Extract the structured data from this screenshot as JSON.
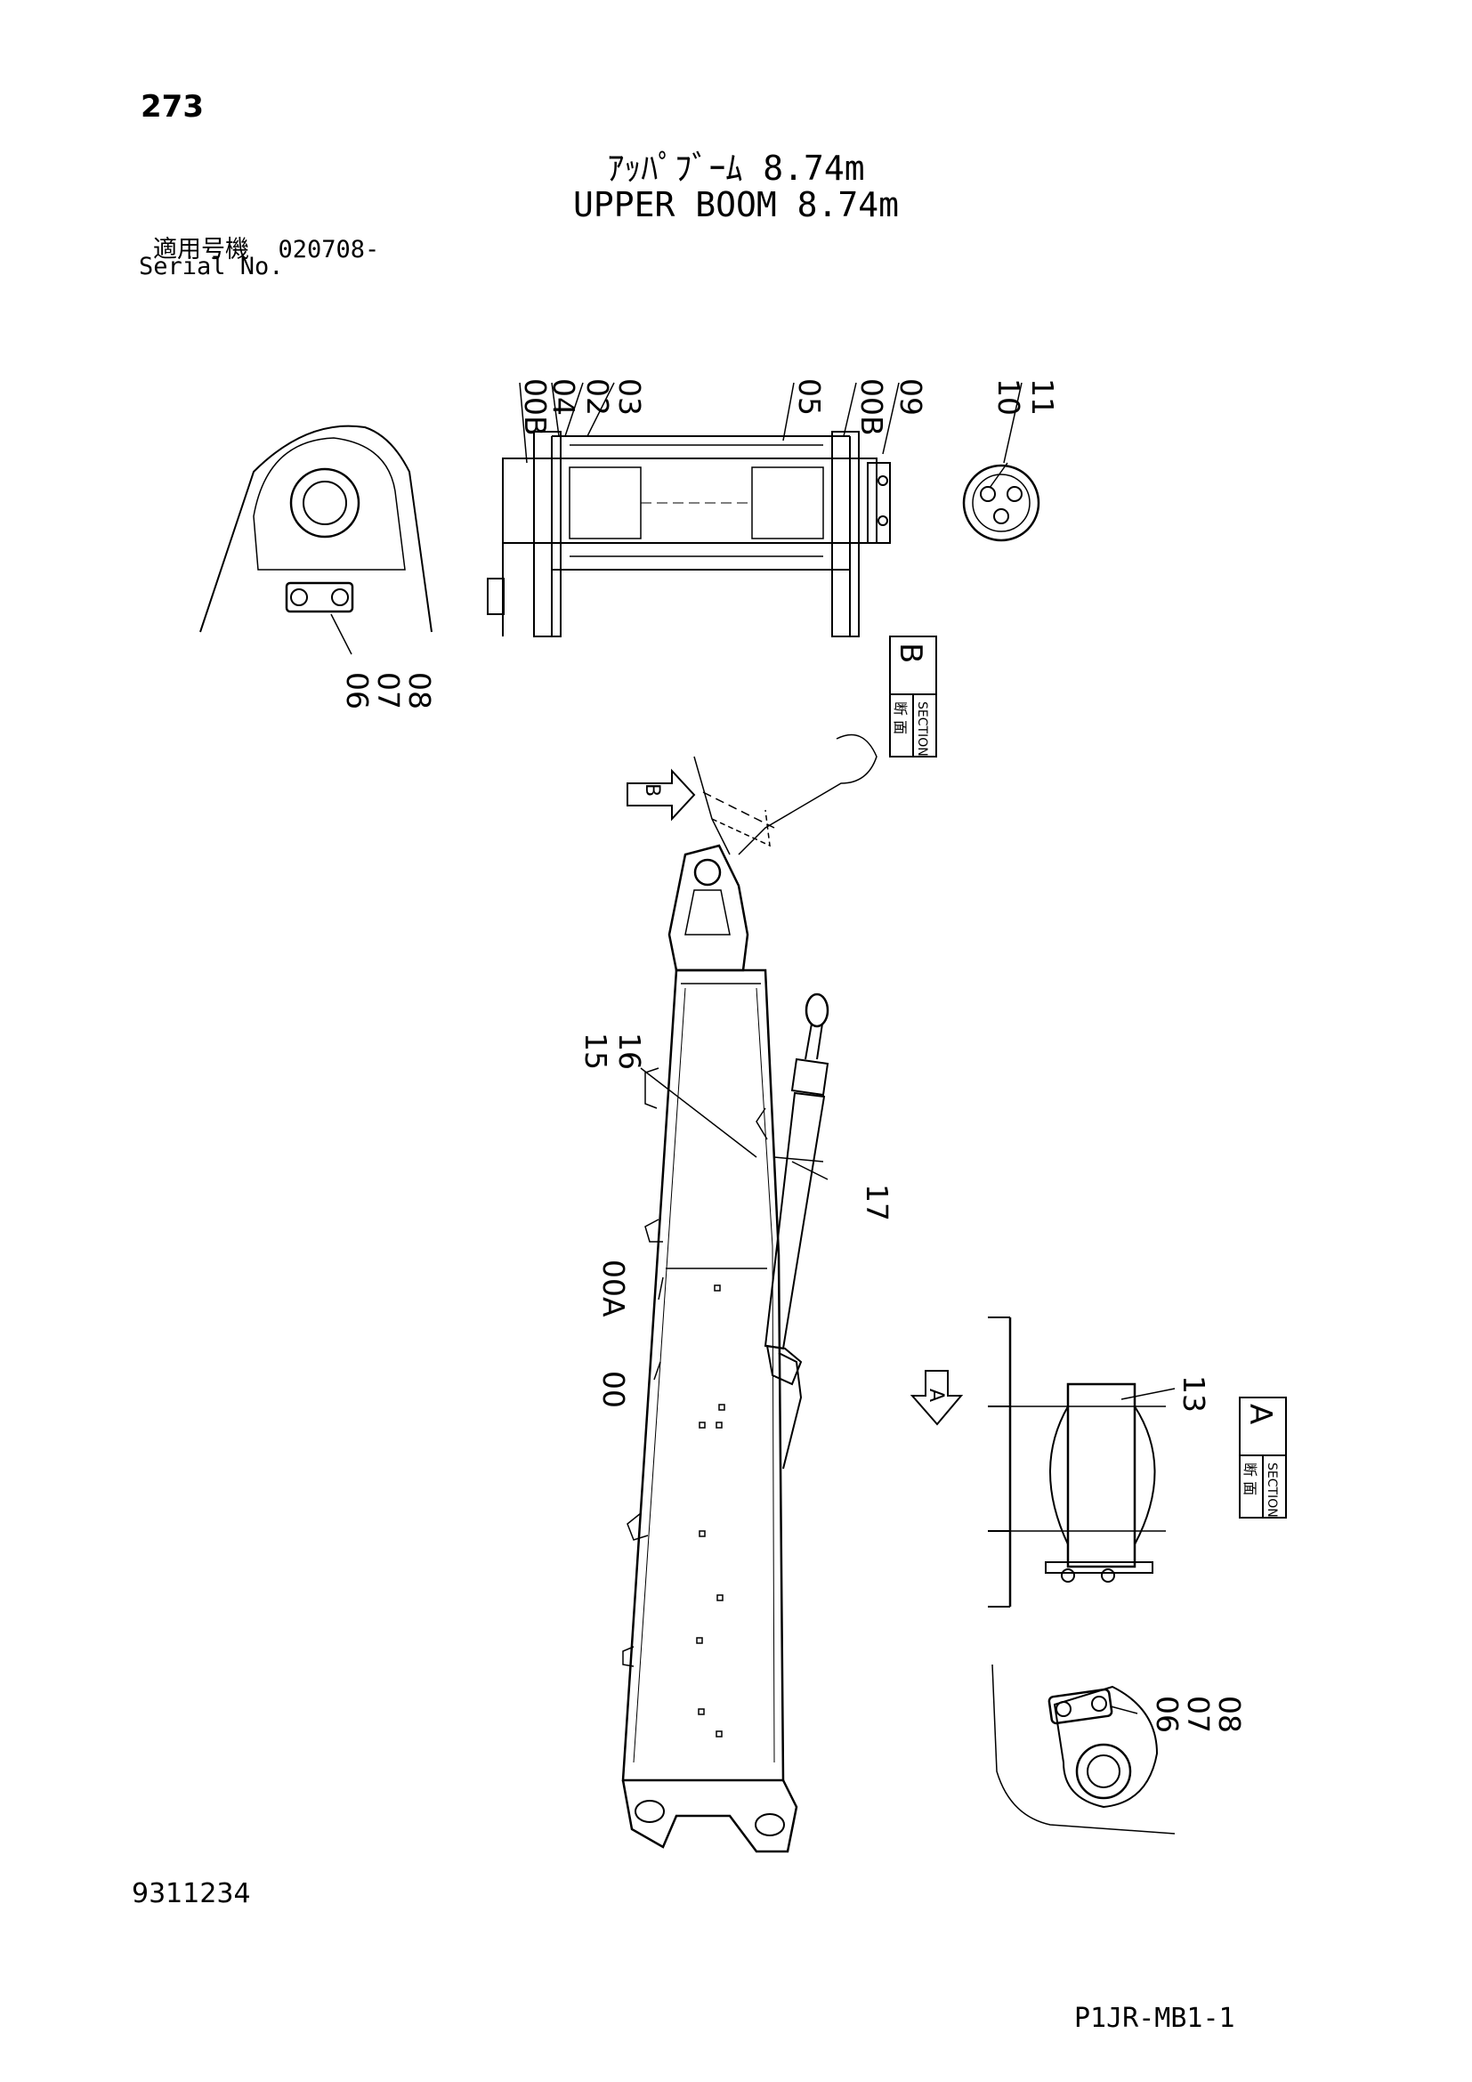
{
  "page_number": "273",
  "title_jp": "ｱｯﾊﾟﾌﾞｰﾑ 8.74m",
  "title_en": "UPPER BOOM 8.74m",
  "serial_label_jp": "適用号機",
  "serial_value": "020708-",
  "serial_label_en": "Serial No.",
  "doc_number": "9311234",
  "page_ref": "P1JR-MB1-1",
  "callouts": {
    "c00B_a": "00B",
    "c04": "04",
    "c02": "02",
    "c03": "03",
    "c05": "05",
    "c00B_b": "00B",
    "c09": "09",
    "c10": "10",
    "c11": "11",
    "c06_a": "06",
    "c07_a": "07",
    "c08_a": "08",
    "c15": "15",
    "c16": "16",
    "c17": "17",
    "c00A": "00A",
    "c00": "00",
    "c13": "13",
    "c06_b": "06",
    "c07_b": "07",
    "c08_b": "08"
  },
  "section_b": {
    "letter": "B",
    "jp": "断 面",
    "en": "SECTION"
  },
  "section_a": {
    "letter": "A",
    "jp": "断 面",
    "en": "SECTION"
  },
  "view_arrow_b": "B",
  "view_arrow_a": "A"
}
